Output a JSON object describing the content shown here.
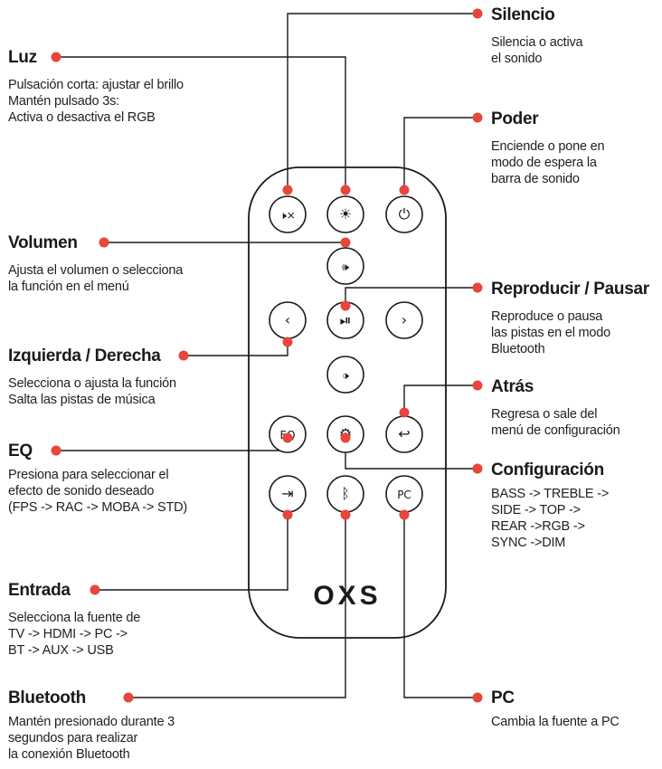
{
  "accent_color": "#e8453c",
  "brand": "OXS",
  "remote_buttons": [
    {
      "name": "mute-button",
      "glyph": "🕨×"
    },
    {
      "name": "light-button",
      "glyph": "☀"
    },
    {
      "name": "power-button",
      "glyph": "⏻"
    },
    {
      "name": "volume-button",
      "glyph": "🕪"
    },
    {
      "name": "left-button",
      "glyph": "‹"
    },
    {
      "name": "play-pause-button",
      "glyph": "⏯"
    },
    {
      "name": "right-button",
      "glyph": "›"
    },
    {
      "name": "volume-down-button",
      "glyph": "🕩"
    },
    {
      "name": "eq-button",
      "glyph": "EQ"
    },
    {
      "name": "settings-button",
      "glyph": "⚙"
    },
    {
      "name": "back-button",
      "glyph": "↩"
    },
    {
      "name": "input-button",
      "glyph": "⇥"
    },
    {
      "name": "bluetooth-button",
      "glyph": "ᛒ"
    },
    {
      "name": "pc-button",
      "glyph": "PC"
    }
  ],
  "labels": {
    "silencio": {
      "title": "Silencio",
      "lines": [
        "Silencia o activa",
        "el sonido"
      ]
    },
    "luz": {
      "title": "Luz",
      "lines": [
        "Pulsación corta: ajustar el brillo",
        "Mantén pulsado 3s:",
        "Activa o desactiva el RGB"
      ]
    },
    "poder": {
      "title": "Poder",
      "lines": [
        "Enciende o pone en",
        "modo de espera la",
        "barra de sonido"
      ]
    },
    "volumen": {
      "title": "Volumen",
      "lines": [
        "Ajusta el volumen o selecciona",
        "la función en el menú"
      ]
    },
    "reproducir": {
      "title": "Reproducir / Pausar",
      "lines": [
        "Reproduce o pausa",
        "las pistas en el modo",
        "Bluetooth"
      ]
    },
    "izquierda": {
      "title": "Izquierda / Derecha",
      "lines": [
        "Selecciona o ajusta la función",
        "Salta las pistas de música"
      ]
    },
    "atras": {
      "title": "Atrás",
      "lines": [
        "Regresa o sale del",
        "menú de configuración"
      ]
    },
    "eq": {
      "title": "EQ",
      "lines": [
        "Presiona para seleccionar el",
        "efecto de sonido deseado",
        "(FPS -> RAC -> MOBA -> STD)"
      ]
    },
    "configuracion": {
      "title": "Configuración",
      "lines": [
        "BASS -> TREBLE ->",
        "SIDE -> TOP ->",
        "REAR ->RGB ->",
        "SYNC ->DIM"
      ]
    },
    "entrada": {
      "title": "Entrada",
      "lines": [
        "Selecciona la fuente de",
        "TV -> HDMI -> PC ->",
        "BT -> AUX -> USB"
      ]
    },
    "bluetooth": {
      "title": "Bluetooth",
      "lines": [
        "Mantén presionado durante 3",
        "segundos para realizar",
        "la conexión Bluetooth"
      ]
    },
    "pc": {
      "title": "PC",
      "lines": [
        "Cambia la fuente a PC"
      ]
    }
  }
}
